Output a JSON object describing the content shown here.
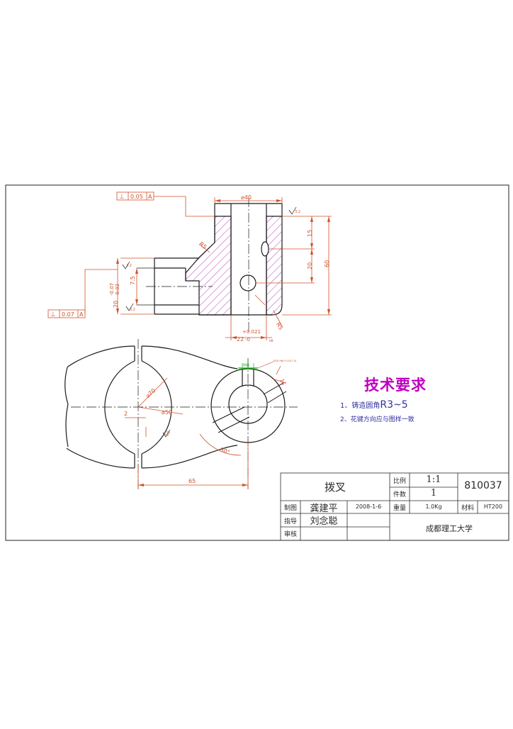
{
  "drawing": {
    "dims": {
      "d40": "⌀40",
      "d15": "15",
      "d20": "20",
      "d60": "60",
      "d7_5": "7.5",
      "d20tol": "20",
      "tol_minus": "-0.07",
      "tol_minus2": "-0.02",
      "r5_top": "R5",
      "r5_bottom": "R5",
      "bore_tol": "+0.021",
      "bore_nom": "22",
      "bore_suffix": "-0",
      "ra_top": "3.2",
      "ra_left1": "3.2",
      "ra_left2": "3.2",
      "small_h8": "H8",
      "d70": "⌀70",
      "d50": "⌀50",
      "d2": "2",
      "d10": "10",
      "d65": "65",
      "angle": "30°",
      "key_width": "M8",
      "key_note": "Ø16 H8(+0.027-0)",
      "r16": "16"
    },
    "fcf_top": {
      "symbol": "⊥",
      "value": "0.05",
      "datum": "A"
    },
    "fcf_bottom": {
      "symbol": "⊥",
      "value": "0.07",
      "datum": "A"
    },
    "datum_label": "A"
  },
  "tech_req": {
    "title": "技术要求",
    "item1_prefix": "1、铸造圆角",
    "item1_value": "R3~5",
    "item2": "2、花键方向应与图样一致"
  },
  "title_block": {
    "part_name": "拨叉",
    "scale_label": "比例",
    "scale_value": "1:1",
    "qty_label": "件数",
    "qty_value": "1",
    "drawing_no": "810037",
    "drawn_label": "制图",
    "drawn_name": "龚建平",
    "date": "2008-1-6",
    "weight_label": "重量",
    "weight_value": "1.0Kg",
    "material_label": "材料",
    "material_value": "HT200",
    "guide_label": "指导",
    "guide_name": "刘念聪",
    "check_label": "审核",
    "school": "成都理工大学"
  },
  "colors": {
    "outline": "#1a1a1a",
    "dimension": "#d0502a",
    "hatch": "#c040c0",
    "green": "#20c020",
    "tech_title": "#c000c0",
    "tech_text": "#3030a0"
  }
}
